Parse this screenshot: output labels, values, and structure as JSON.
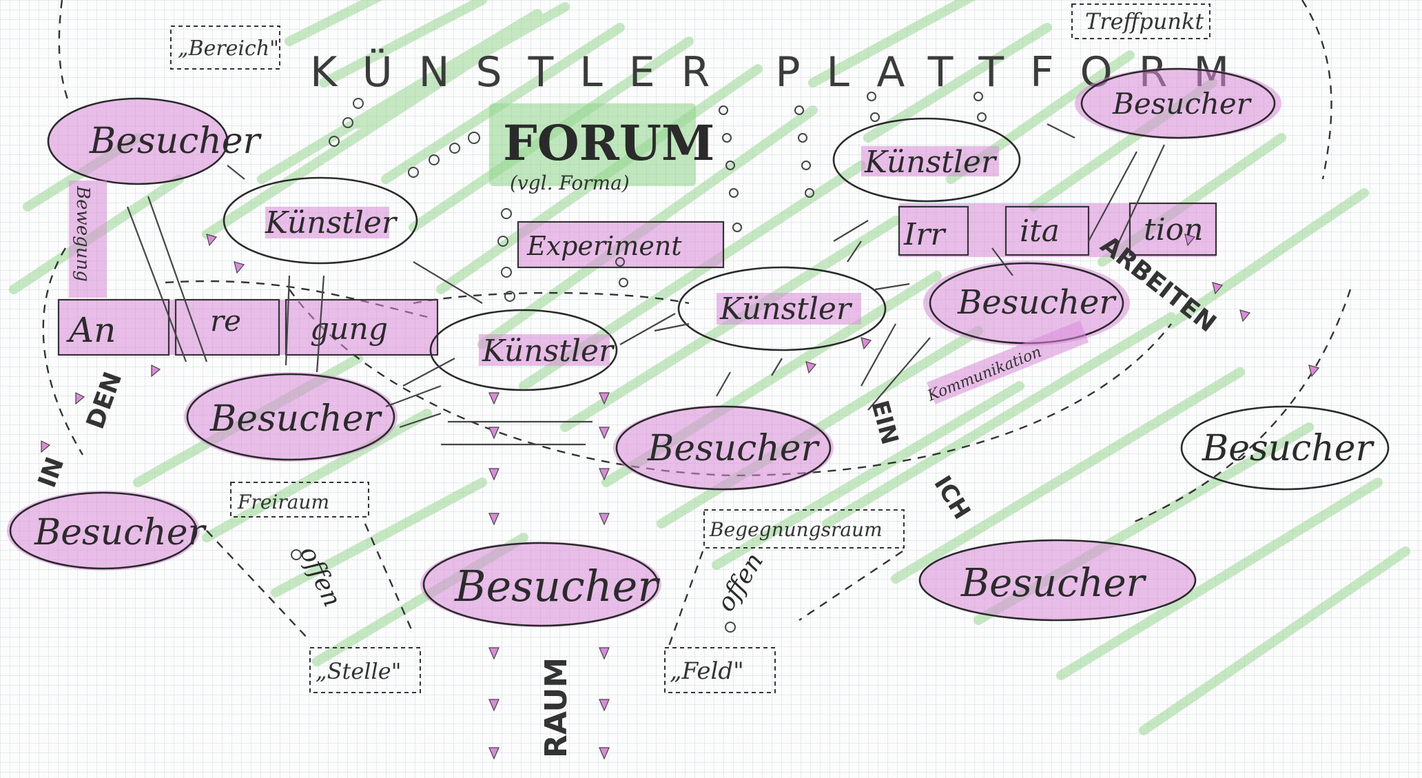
{
  "title": "KÜNSTLER PLATTFORM",
  "forum": {
    "label": "FORUM",
    "subtitle": "(vgl. Forma)",
    "experiment": "Experiment"
  },
  "corner_labels": {
    "bereich": "„Bereich\"",
    "treffpunkt": "Treffpunkt"
  },
  "side_labels": {
    "bewegung": "Bewegung",
    "kommunikation": "Kommunikation"
  },
  "anregung": [
    "An",
    "re",
    "gung"
  ],
  "irritation": [
    "Irr",
    "ita",
    "tion"
  ],
  "nodes": {
    "besucher_1": "Besucher",
    "besucher_2": "Besucher",
    "besucher_3": "Besucher",
    "besucher_4": "Besucher",
    "besucher_5": "Besucher",
    "besucher_6": "Besucher",
    "besucher_7": "Besucher",
    "besucher_8": "Besucher",
    "besucher_9": "Besucher",
    "kuenstler_1": "Künstler",
    "kuenstler_2": "Künstler",
    "kuenstler_3": "Künstler",
    "kuenstler_4": "Künstler"
  },
  "zones": {
    "freiraum": "Freiraum",
    "offen_1": "offen",
    "stelle": "„Stelle\"",
    "begegnungsraum": "Begegnungsraum",
    "offen_2": "offen",
    "feld": "„Feld\""
  },
  "flow_words": {
    "in_den": [
      "IN",
      "DEN"
    ],
    "raum": "RAUM",
    "ein": "EIN",
    "ich": "ICH",
    "arbeiten": "ARBEITEN"
  },
  "colors": {
    "highlight_pink": "#d98ad8",
    "highlight_green": "#8fd48a",
    "ink": "#2a2a2a"
  }
}
